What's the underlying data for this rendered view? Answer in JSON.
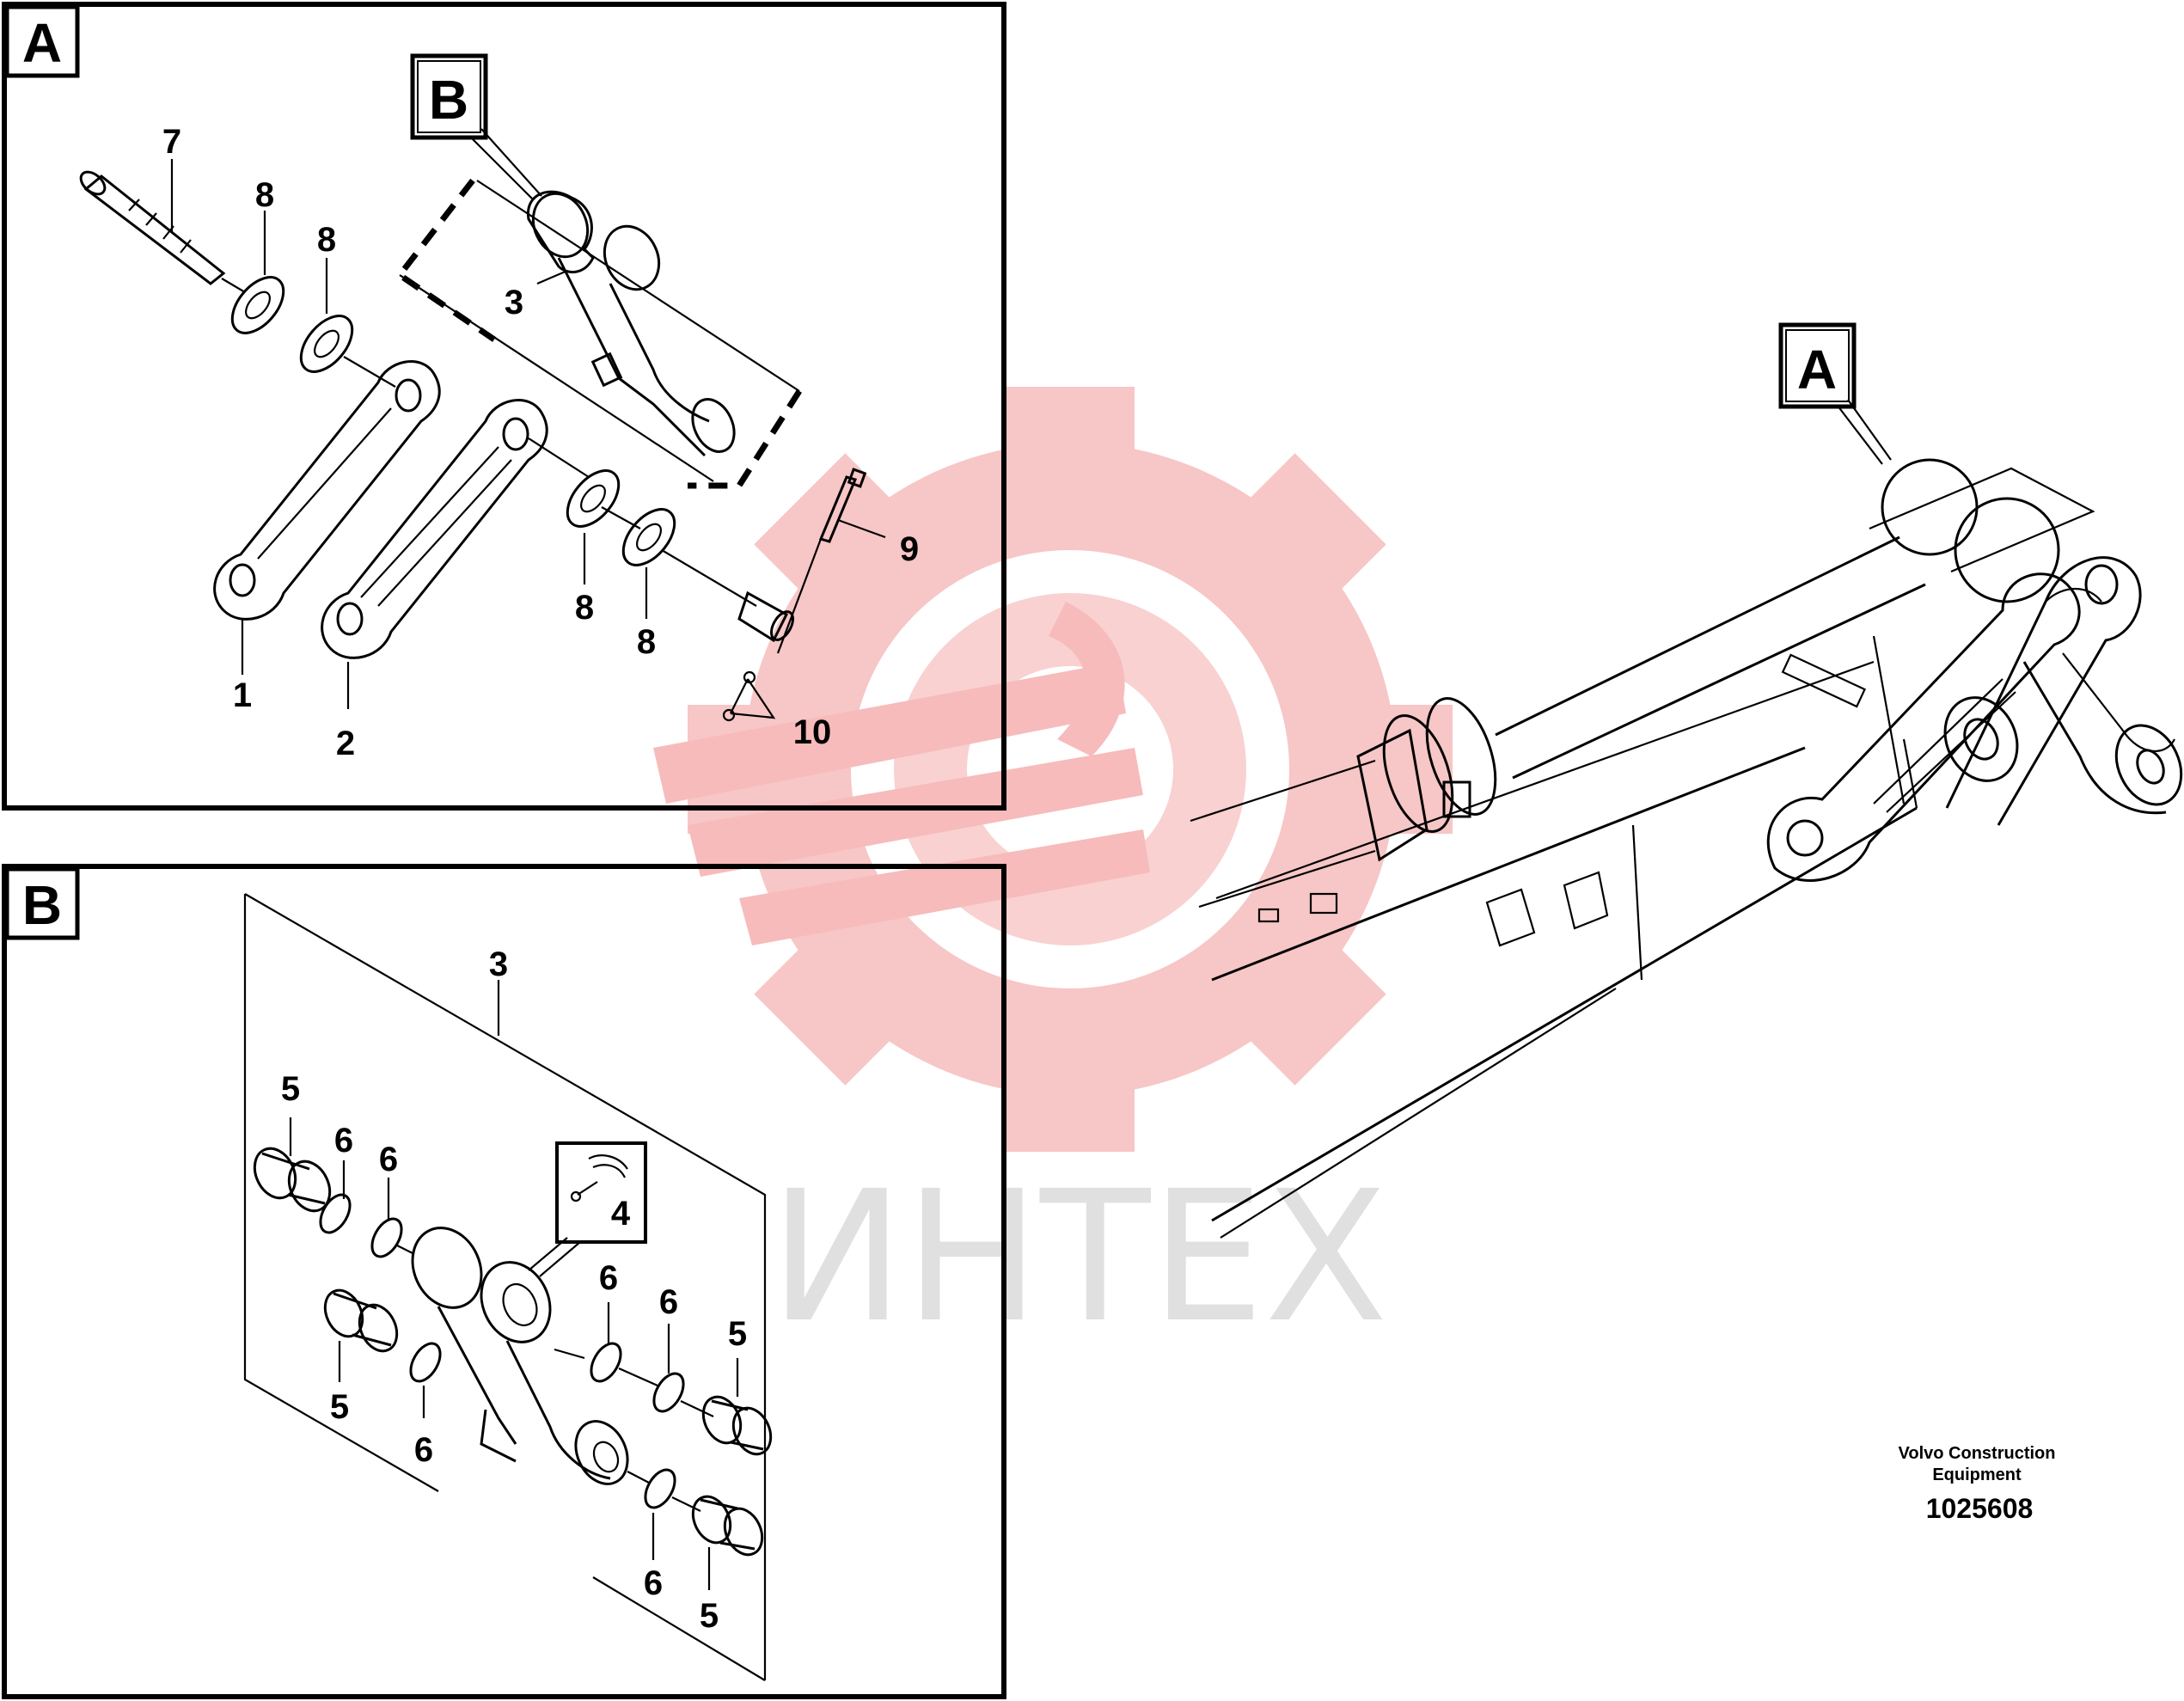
{
  "watermark": {
    "text": "ИНТЕХ",
    "gear_color": "#f6b8b8",
    "text_color": "#e0e0e0"
  },
  "panel_a": {
    "tag": "A",
    "callout_b": "B",
    "parts": {
      "p1": "1",
      "p2": "2",
      "p3": "3",
      "p7": "7",
      "p8a": "8",
      "p8b": "8",
      "p8c": "8",
      "p8d": "8",
      "p9": "9",
      "p10": "10"
    }
  },
  "panel_b": {
    "tag": "B",
    "parts": {
      "p3": "3",
      "p4": "4",
      "p5a": "5",
      "p5b": "5",
      "p5c": "5",
      "p5d": "5",
      "p6a": "6",
      "p6b": "6",
      "p6c": "6",
      "p6d": "6",
      "p6e": "6",
      "p6f": "6"
    }
  },
  "main_view": {
    "callout_a": "A"
  },
  "footer": {
    "brand_line1": "Volvo Construction",
    "brand_line2": "Equipment",
    "drawing_number": "1025608"
  }
}
